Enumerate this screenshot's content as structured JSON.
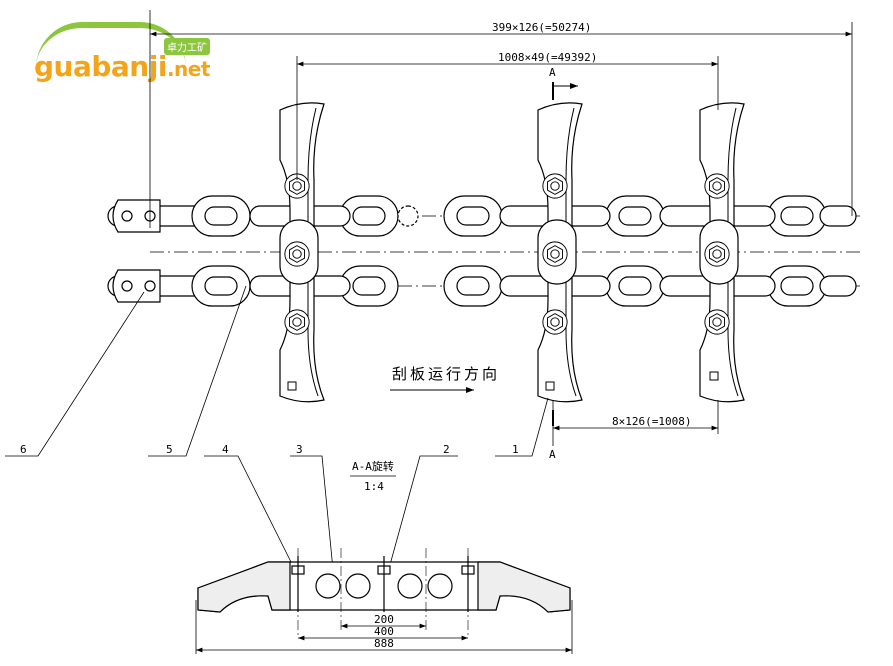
{
  "logo": {
    "main": "guabanji",
    "suffix": ".net",
    "badge": "卓力工矿"
  },
  "dimensions": {
    "overall": "399×126(=50274)",
    "flight": "1008×49(=49392)",
    "spacing": "8×126(=1008)",
    "w200": "200",
    "w400": "400",
    "w888": "888"
  },
  "section": {
    "mark_top": "A",
    "mark_bottom": "A",
    "title": "A-A旋转",
    "scale": "1:4"
  },
  "direction_label": "刮板运行方向",
  "callouts": [
    "1",
    "2",
    "3",
    "4",
    "5",
    "6"
  ]
}
